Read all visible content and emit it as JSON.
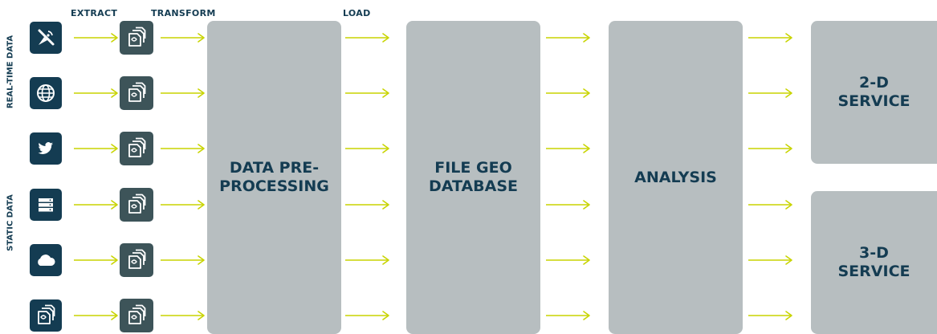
{
  "steps": {
    "extract": "EXTRACT",
    "transform": "TRANSFORM",
    "load": "LOAD"
  },
  "groups": {
    "real_time": "REAL-TIME DATA",
    "static": "STATIC DATA"
  },
  "sources": [
    {
      "icon": "satellite-dish-icon"
    },
    {
      "icon": "globe-icon"
    },
    {
      "icon": "twitter-bird-icon"
    },
    {
      "icon": "server-icon"
    },
    {
      "icon": "cloud-icon"
    },
    {
      "icon": "documents-icon"
    }
  ],
  "transform_icon": "documents-icon",
  "stages": {
    "preprocessing": {
      "line1": "DATA PRE-",
      "line2": "PROCESSING"
    },
    "geodatabase": {
      "line1": "FILE GEO",
      "line2": "DATABASE"
    },
    "analysis": {
      "line1": "ANALYSIS"
    },
    "service_2d": {
      "line1": "2-D",
      "line2": "SERVICE"
    },
    "service_3d": {
      "line1": "3-D",
      "line2": "SERVICE"
    }
  },
  "colors": {
    "navy": "#143c52",
    "slate": "#3d5459",
    "block_gray": "#b7bec0",
    "arrow_green": "#c8d400"
  }
}
